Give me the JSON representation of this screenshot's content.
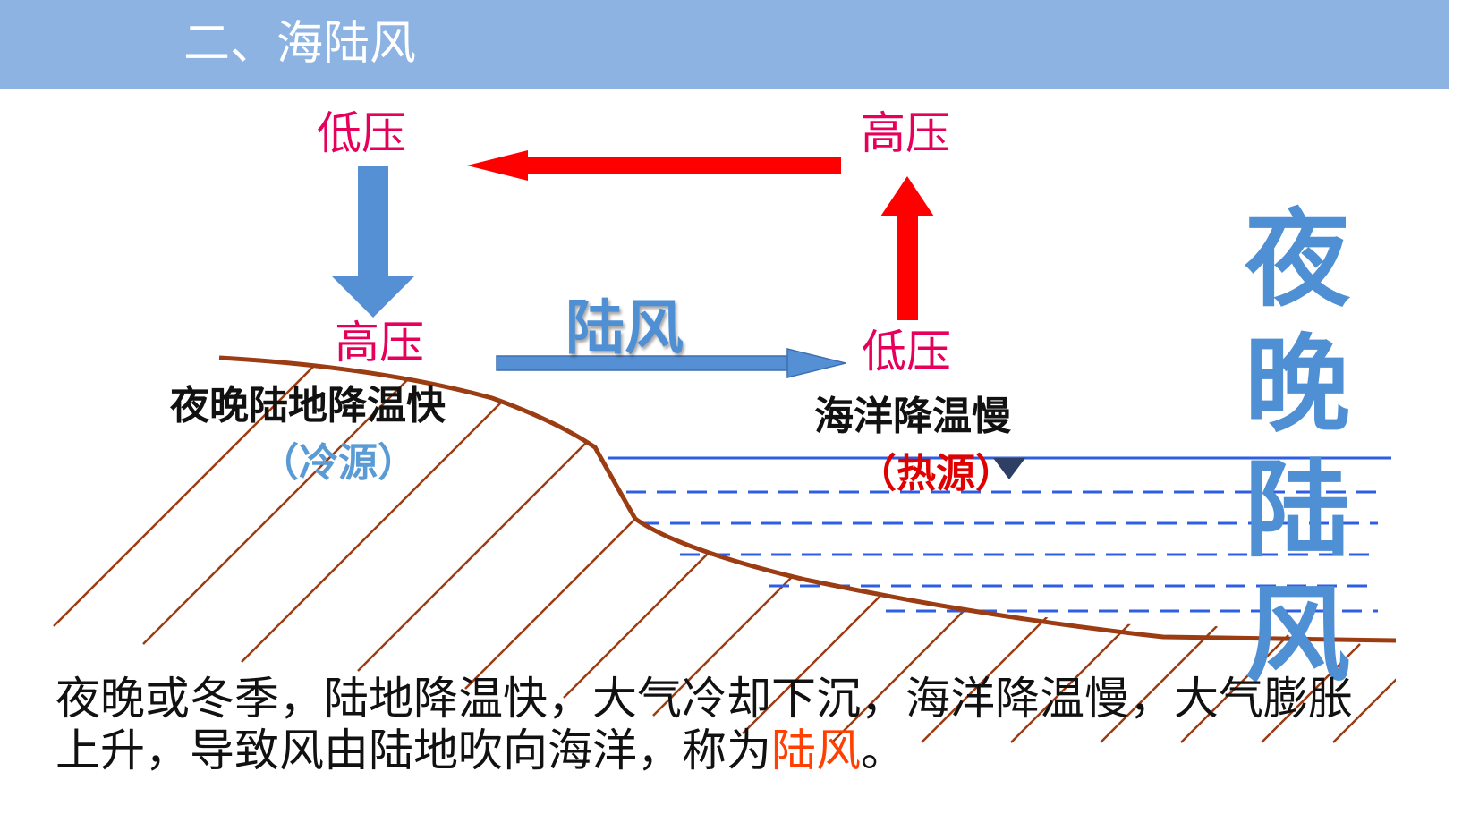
{
  "header": {
    "title": "二、海陆风"
  },
  "pressure": {
    "land_upper": "低压",
    "sea_upper": "高压",
    "land_lower": "高压",
    "sea_lower": "低压"
  },
  "wind_label": "陆风",
  "land_note": "夜晚陆地降温快",
  "land_source": "（冷源）",
  "sea_note": "海洋降温慢",
  "sea_source": "（热源）",
  "vertical_title": [
    "夜",
    "晚",
    "陆",
    "风"
  ],
  "description": {
    "text": "夜晚或冬季，陆地降温快，大气冷却下沉，海洋降温慢，大气膨胀上升，导致风由陆地吹向海洋，称为",
    "highlight": "陆风",
    "end": "。"
  },
  "colors": {
    "header_bg": "#8db3e2",
    "pressure_text": "#e6005c",
    "blue_arrow": "#5590d4",
    "red_arrow": "#ff0000",
    "ground_line": "#9c3c12",
    "water_line": "#2e5ee6",
    "highlight": "#ff4000"
  }
}
